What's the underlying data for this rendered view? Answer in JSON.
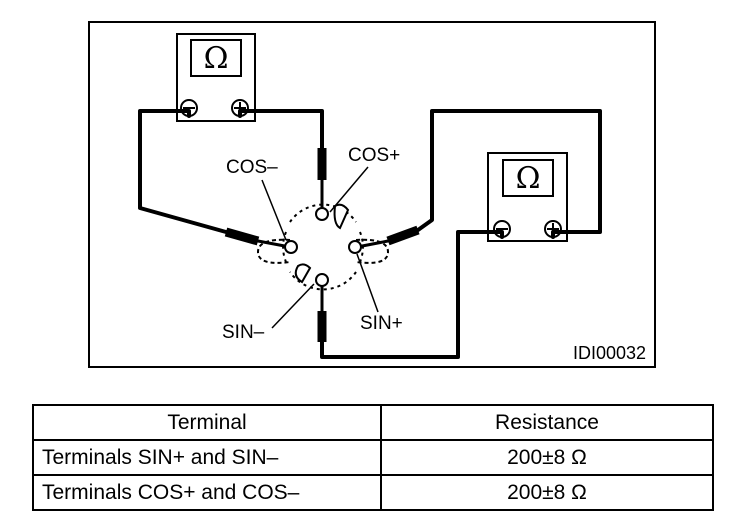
{
  "diagram": {
    "meter_symbol": "Ω",
    "meter_left_terminal": "⊖",
    "meter_right_terminal": "⊕",
    "labels": {
      "cos_minus": "COS–",
      "cos_plus": "COS+",
      "sin_minus": "SIN–",
      "sin_plus": "SIN+"
    },
    "figure_code": "IDI00032"
  },
  "table": {
    "headers": [
      "Terminal",
      "Resistance"
    ],
    "rows": [
      {
        "terminal": "Terminals SIN+ and SIN–",
        "resistance": "200±8 Ω"
      },
      {
        "terminal": "Terminals COS+ and COS–",
        "resistance": "200±8 Ω"
      }
    ]
  }
}
